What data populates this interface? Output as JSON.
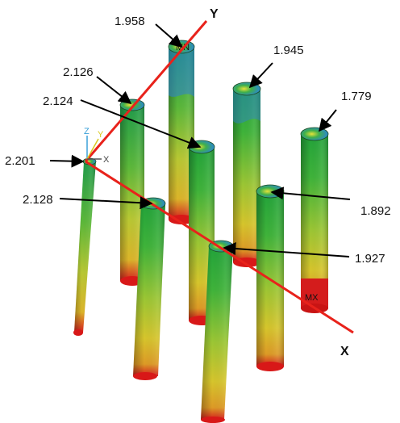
{
  "axes": {
    "x_label": "X",
    "y_label": "Y",
    "triad": {
      "x": "X",
      "y": "Y",
      "z": "Z"
    },
    "line_color": "#e8221b"
  },
  "pile_markers": [
    "MN",
    "MX"
  ],
  "colors": {
    "contour_low": "#2e7fd6",
    "contour_mid": "#1fa83c",
    "contour_yellow": "#d8d21c",
    "contour_high": "#d81818",
    "arrow": "#000000"
  },
  "annotations": [
    {
      "id": "p1",
      "value": "1.958"
    },
    {
      "id": "p2",
      "value": "1.945"
    },
    {
      "id": "p3",
      "value": "2.126"
    },
    {
      "id": "p4",
      "value": "1.779"
    },
    {
      "id": "p5",
      "value": "2.124"
    },
    {
      "id": "p6",
      "value": "2.201"
    },
    {
      "id": "p7",
      "value": "2.128"
    },
    {
      "id": "p8",
      "value": "1.892"
    },
    {
      "id": "p9",
      "value": "1.927"
    }
  ]
}
